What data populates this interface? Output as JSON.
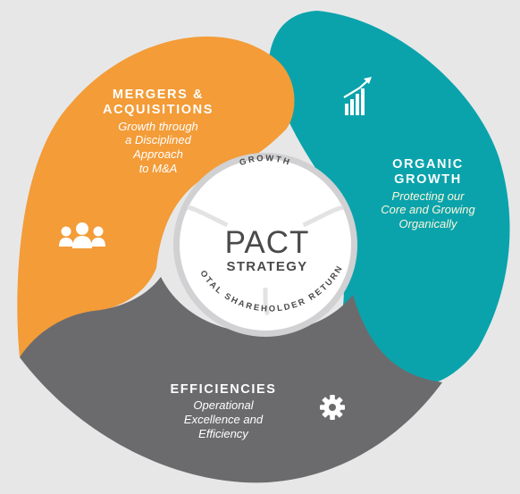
{
  "center": {
    "title": "PACT",
    "subtitle": "STRATEGY",
    "arc_top": "GROWTH",
    "arc_bottom": "TOTAL SHAREHOLDER RETURN"
  },
  "segments": {
    "mergers": {
      "title_lines": [
        "MERGERS &",
        "ACQUISITIONS"
      ],
      "desc_lines": [
        "Growth through",
        "a Disciplined",
        "Approach",
        "to M&A"
      ],
      "icon": "people-group-icon",
      "color": "#f39c38"
    },
    "organic": {
      "title_lines": [
        "ORGANIC",
        "GROWTH"
      ],
      "desc_lines": [
        "Protecting our",
        "Core and Growing",
        "Organically"
      ],
      "icon": "bar-chart-growth-icon",
      "color": "#0aa3ac"
    },
    "efficiencies": {
      "title_lines": [
        "EFFICIENCIES"
      ],
      "desc_lines": [
        "Operational",
        "Excellence and",
        "Efficiency"
      ],
      "icon": "gear-icon",
      "color": "#6b6b6d"
    }
  },
  "colors": {
    "background": "#e7e7e8",
    "hub_ring": "#d1d1d3",
    "hub_fill": "#ffffff",
    "text_dark": "#4a4a4a"
  }
}
